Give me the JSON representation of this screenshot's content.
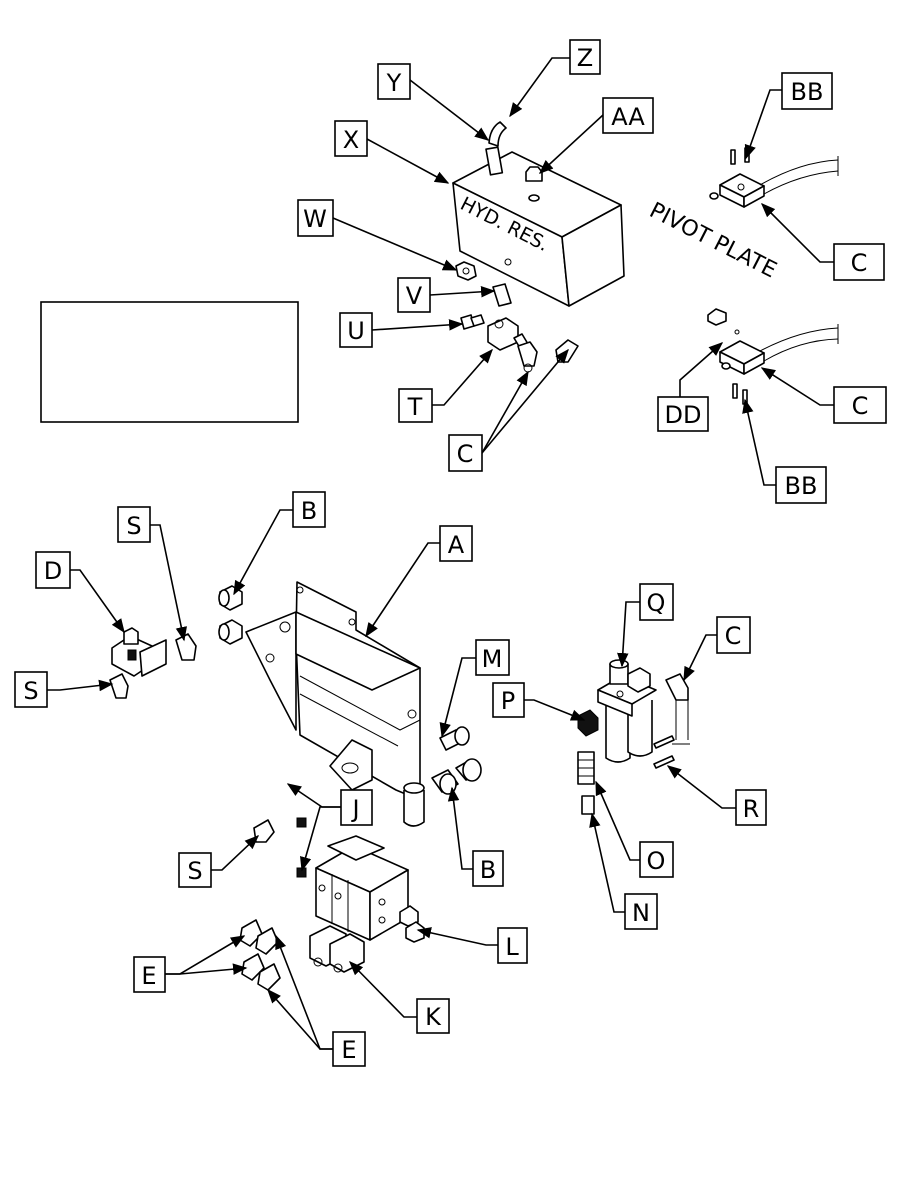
{
  "labels": {
    "A": "A",
    "B": "B",
    "C": "C",
    "D": "D",
    "E": "E",
    "J": "J",
    "K": "K",
    "L": "L",
    "M": "M",
    "N": "N",
    "O": "O",
    "P": "P",
    "Q": "Q",
    "R": "R",
    "S": "S",
    "T": "T",
    "U": "U",
    "V": "V",
    "W": "W",
    "X": "X",
    "Y": "Y",
    "Z": "Z",
    "AA": "AA",
    "BB": "BB",
    "DD": "DD"
  },
  "reservoir_text": "HYD. RES.",
  "pivot_text": "PIVOT PLATE",
  "legend_box_text": ""
}
